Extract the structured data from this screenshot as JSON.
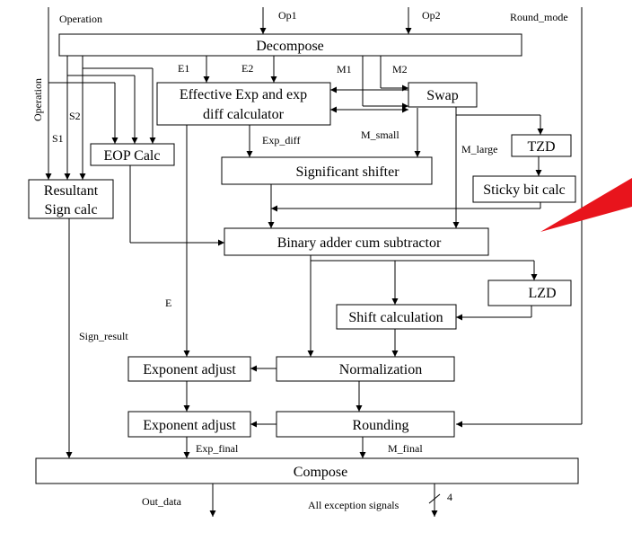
{
  "blocks": {
    "decompose": "Decompose",
    "effective_exp_line1": "Effective Exp and exp",
    "effective_exp_line2": "diff calculator",
    "swap": "Swap",
    "tzd": "TZD",
    "eop_calc": "EOP Calc",
    "resultant_line1": "Resultant",
    "resultant_line2": "Sign calc",
    "significant_shifter": "Significant shifter",
    "sticky_bit_calc": "Sticky bit calc",
    "binary_adder": "Binary adder cum subtractor",
    "lzd": "LZD",
    "shift_calculation": "Shift calculation",
    "exponent_adjust_1": "Exponent adjust",
    "normalization": "Normalization",
    "exponent_adjust_2": "Exponent adjust",
    "rounding": "Rounding",
    "compose": "Compose"
  },
  "signals": {
    "operation_top": "Operation",
    "op1": "Op1",
    "op2": "Op2",
    "round_mode": "Round_mode",
    "operation_side": "Operation",
    "e1": "E1",
    "e2": "E2",
    "m1": "M1",
    "m2": "M2",
    "s2": "S2",
    "s1": "S1",
    "exp_diff": "Exp_diff",
    "m_small": "M_small",
    "m_large": "M_large",
    "e": "E",
    "sign_result": "Sign_result",
    "exp_final": "Exp_final",
    "m_final": "M_final",
    "out_data": "Out_data",
    "all_exception": "All exception signals",
    "bus_width": "4"
  },
  "colors": {
    "line": "#000000",
    "box_fill": "#ffffff",
    "accent_triangle": "#e8141c"
  }
}
